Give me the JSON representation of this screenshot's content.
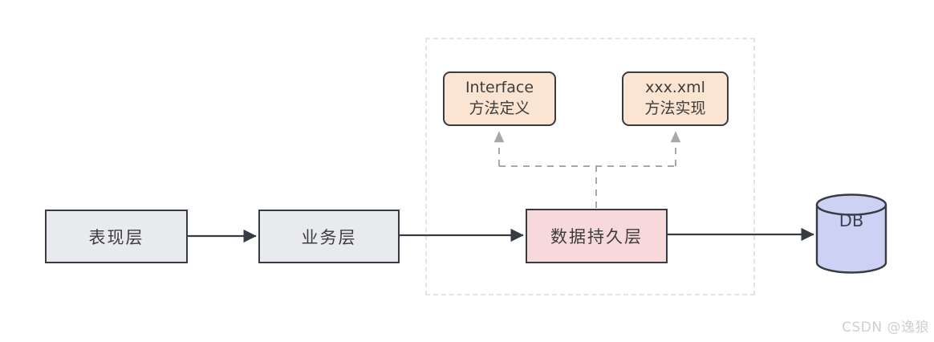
{
  "diagram": {
    "title": "layered-architecture-with-mybatis-mapping",
    "nodes": {
      "presentation": {
        "label": "表现层"
      },
      "business": {
        "label": "业务层"
      },
      "persistence": {
        "label": "数据持久层"
      },
      "interface_def": {
        "line1": "Interface",
        "line2": "方法定义"
      },
      "xml_impl": {
        "line1": "xxx.xml",
        "line2": "方法实现"
      },
      "db": {
        "label": "DB"
      }
    },
    "connectors": {
      "presentation_to_business": "solid-arrow",
      "business_to_persistence": "solid-arrow",
      "persistence_to_db": "solid-arrow",
      "persistence_to_interface": "dashed-arrow-up",
      "persistence_to_xml": "dashed-arrow-up"
    },
    "colors": {
      "layer_fill": "#e8eaee",
      "persistence_fill": "#f8d9db",
      "method_fill": "#fbe4d1",
      "db_fill": "#cdd1f4",
      "stroke": "#363b44",
      "dashed_connector": "#a8a8a8",
      "container_dash": "#e8e2e0",
      "text": "#3d3d3d",
      "watermark": "#cfcfcf"
    }
  },
  "watermark": {
    "text": "CSDN @逸狼"
  }
}
